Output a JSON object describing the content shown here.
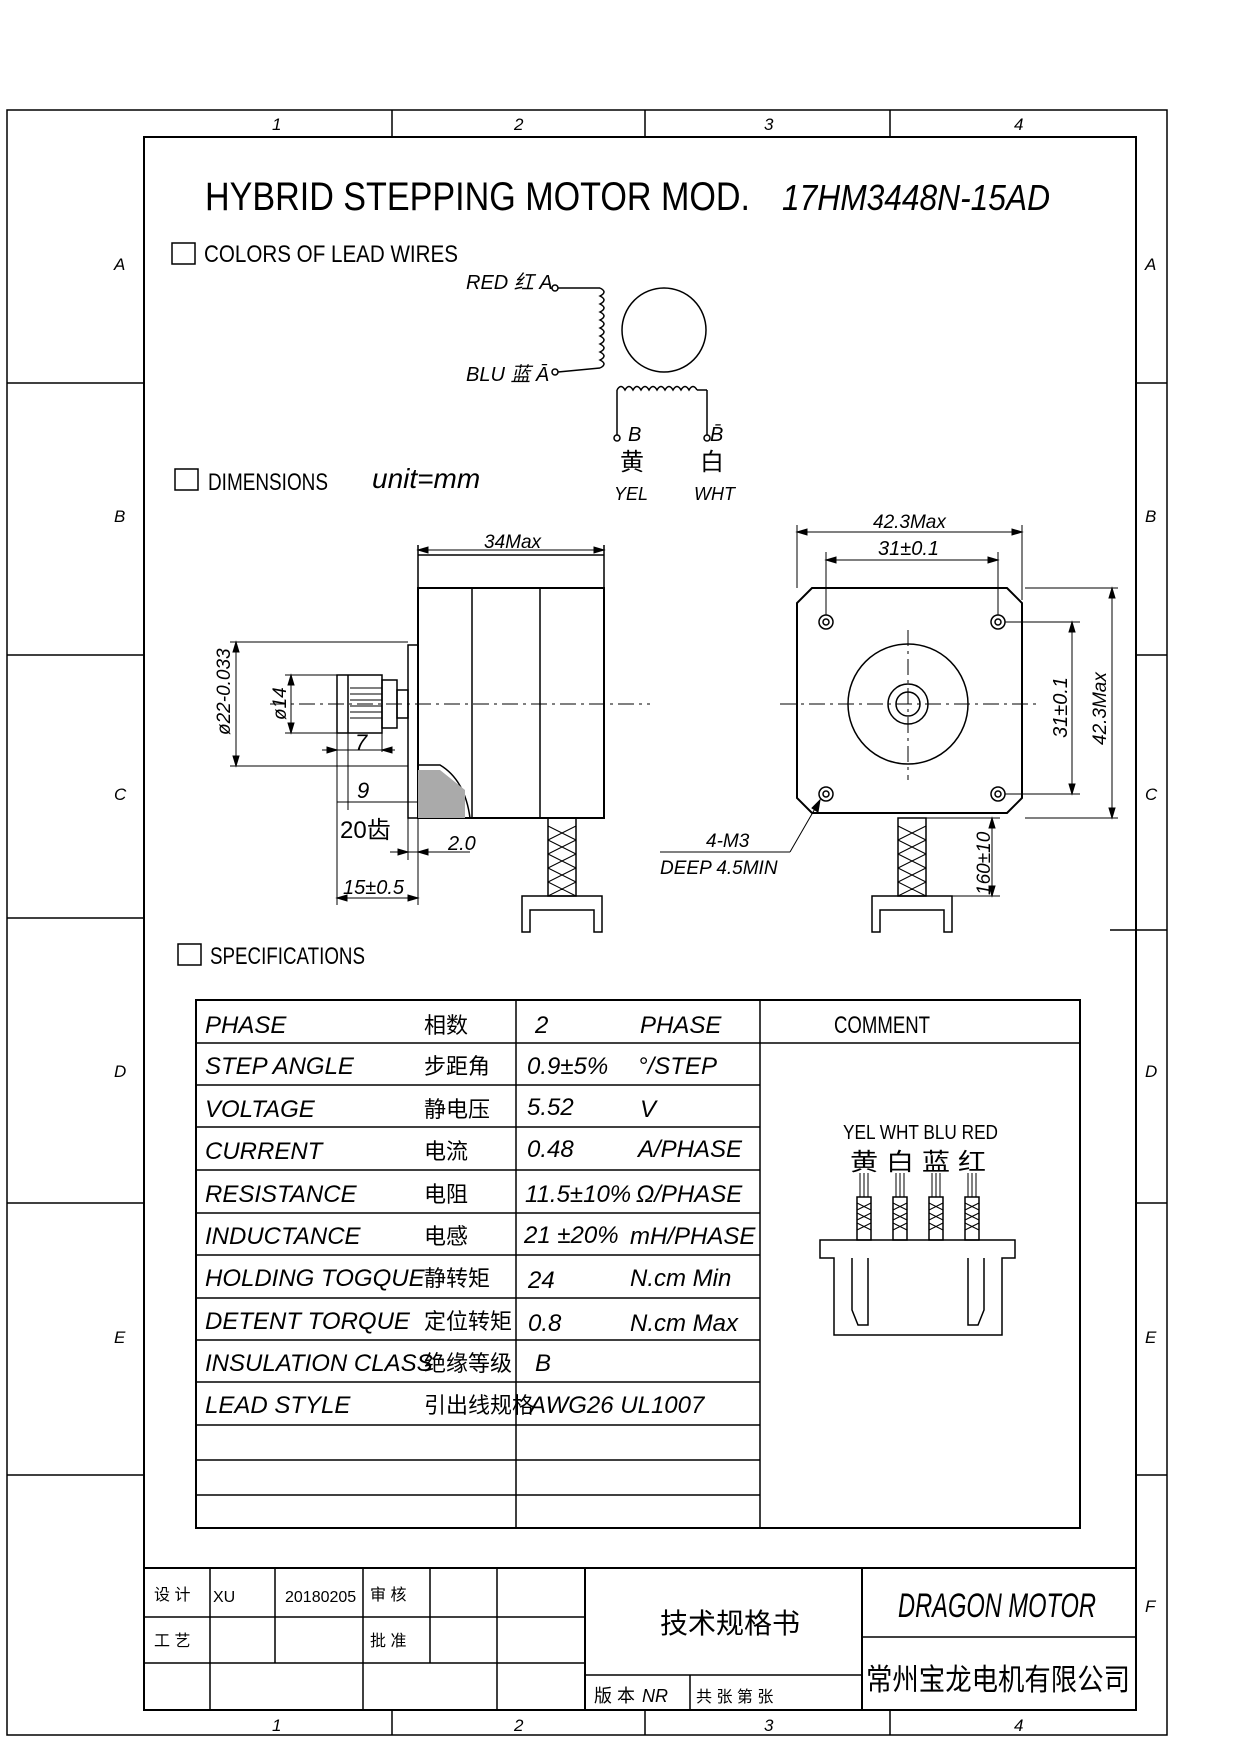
{
  "frame": {
    "col_labels": [
      "1",
      "2",
      "3",
      "4"
    ],
    "row_labels": [
      "A",
      "B",
      "C",
      "D",
      "E",
      "F"
    ]
  },
  "title": {
    "main": "HYBRID STEPPING MOTOR MOD.",
    "model": "17HM3448N-15AD"
  },
  "lead_wires": {
    "heading": "COLORS OF LEAD WIRES",
    "red": "RED 红 A",
    "blu": "BLU 蓝 Ā",
    "b_label": "B",
    "bbar_label": "B̄",
    "yel_cn": "黄",
    "yel_en": "YEL",
    "wht_cn": "白",
    "wht_en": "WHT"
  },
  "dimensions": {
    "heading": "DIMENSIONS",
    "unit": "unit=mm",
    "d_34max": "34Max",
    "d_phi22": "ø22-0.033",
    "d_phi14": "ø14",
    "d_7": "7",
    "d_9": "9",
    "d_20teeth": "20齿",
    "d_2_0": "2.0",
    "d_15": "15±0.5",
    "d_423max_top": "42.3Max",
    "d_31_top": "31±0.1",
    "d_31_side": "31±0.1",
    "d_423max_side": "42.3Max",
    "d_4m3": "4-M3",
    "d_deep": "DEEP 4.5MIN",
    "d_160": "160±10"
  },
  "specs": {
    "heading": "SPECIFICATIONS",
    "comment": "COMMENT",
    "rows": [
      {
        "en": "PHASE",
        "cn": "相数",
        "val": "2",
        "unit": "PHASE"
      },
      {
        "en": "STEP ANGLE",
        "cn": "步距角",
        "val": "0.9±5%",
        "unit": "°/STEP"
      },
      {
        "en": "VOLTAGE",
        "cn": "静电压",
        "val": "5.52",
        "unit": "V"
      },
      {
        "en": "CURRENT",
        "cn": "电流",
        "val": "0.48",
        "unit": "A/PHASE"
      },
      {
        "en": "RESISTANCE",
        "cn": "电阻",
        "val": "11.5±10%",
        "unit": "Ω/PHASE"
      },
      {
        "en": "INDUCTANCE",
        "cn": "电感",
        "val": "21 ±20%",
        "unit": "mH/PHASE"
      },
      {
        "en": "HOLDING TOGQUE",
        "cn": "静转矩",
        "val": "24",
        "unit": "N.cm Min"
      },
      {
        "en": "DETENT TORQUE",
        "cn": "定位转矩",
        "val": "0.8",
        "unit": "N.cm Max"
      },
      {
        "en": "INSULATION CLASS",
        "cn": "绝缘等级",
        "val": "B",
        "unit": ""
      },
      {
        "en": "LEAD STYLE",
        "cn": "引出线规格",
        "val": "AWG26 UL1007",
        "unit": ""
      }
    ],
    "connector_en": "YEL WHT BLU RED",
    "connector_cn": "黄 白 蓝 红"
  },
  "titleblock": {
    "design": "设  计",
    "designer": "XU",
    "date": "20180205",
    "review": "审  核",
    "process": "工  艺",
    "approve": "批  准",
    "doc_title": "技术规格书",
    "version": "版 本",
    "version_val": "NR",
    "sheets": "共      张 第      张",
    "brand": "DRAGON MOTOR",
    "company": "常州宝龙电机有限公司"
  }
}
